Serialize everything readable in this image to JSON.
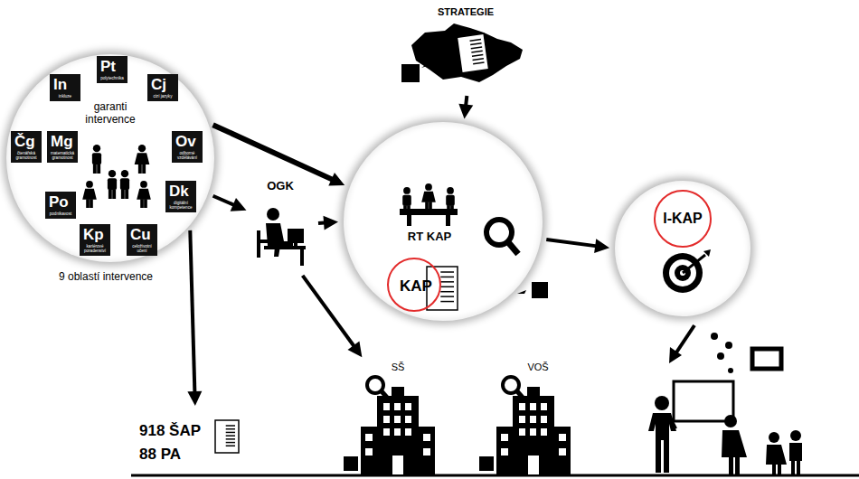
{
  "diagram": {
    "nodes": [
      {
        "text": [
          "STRATEGIE"
        ]
      },
      {
        "text": [
          "garanti intervence",
          "9 oblastí intervence"
        ]
      },
      {
        "text": [
          "In",
          "inkluze"
        ],
        "in": 1
      },
      {
        "text": [
          "Pt",
          "polytechnika"
        ],
        "in": 1
      },
      {
        "text": [
          "Cj",
          "cizí jazyky"
        ],
        "in": 1
      },
      {
        "text": [
          "Čg",
          "čtenářská gramotnost"
        ],
        "in": 1
      },
      {
        "text": [
          "Mg",
          "matematická gramotnost"
        ],
        "in": 1
      },
      {
        "text": [
          "Ov",
          "odborné vzdělávání"
        ],
        "in": 1
      },
      {
        "text": [
          "Po",
          "podnikavost"
        ],
        "in": 1
      },
      {
        "text": [
          "Dk",
          "digitální kompetence"
        ],
        "in": 1
      },
      {
        "text": [
          "Kp",
          "kariérové poradenství"
        ],
        "in": 1
      },
      {
        "text": [
          "Cu",
          "celoživotní učení"
        ],
        "in": 1
      },
      {
        "text": [
          "OGK"
        ]
      },
      {
        "text": [
          "RT KAP"
        ]
      },
      {
        "text": [
          "KAP"
        ],
        "in": 13
      },
      {
        "text": [
          "I-KAP"
        ]
      },
      {
        "text": [
          "918 ŠAP",
          "88 PA"
        ]
      },
      {
        "text": [
          "SŠ"
        ]
      },
      {
        "text": [
          "VOŠ"
        ]
      }
    ],
    "edges": [
      {
        "from": 1,
        "to": 13,
        "arrow": "to"
      },
      {
        "from": 1,
        "to": 12,
        "arrow": "to"
      },
      {
        "from": 12,
        "to": 13,
        "arrow": "to"
      },
      {
        "from": 0,
        "to": 13,
        "arrow": "to"
      },
      {
        "from": 13,
        "to": 15,
        "arrow": "to"
      },
      {
        "from": 1,
        "to": 16,
        "arrow": "to"
      },
      {
        "from": 12,
        "to": 17,
        "arrow": "to"
      }
    ]
  }
}
